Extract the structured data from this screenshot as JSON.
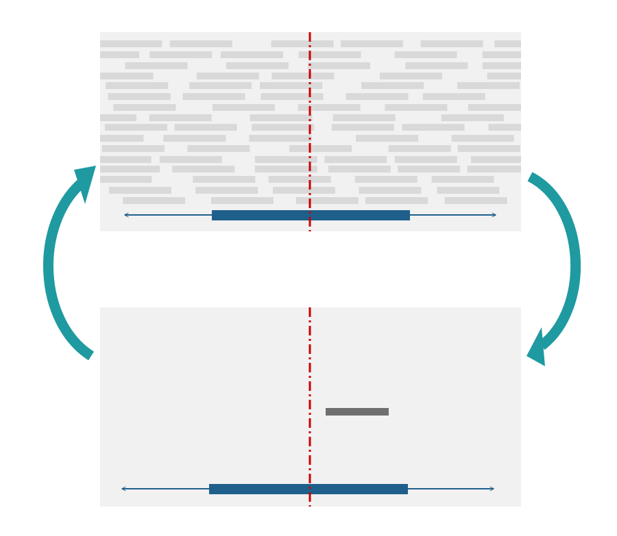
{
  "colors": {
    "panel_background": "#f1f1f1",
    "text_placeholder_bar": "#d9d9d9",
    "reference_line": "#cc0000",
    "interval_bar": "#1f5f8b",
    "estimate_bar": "#6f6f6f",
    "cycle_arrow": "#1f9aa0"
  },
  "icons": {
    "cycle_left": "curved-arrow-up",
    "cycle_right": "curved-arrow-down",
    "range_arrow": "double-headed-arrow"
  }
}
